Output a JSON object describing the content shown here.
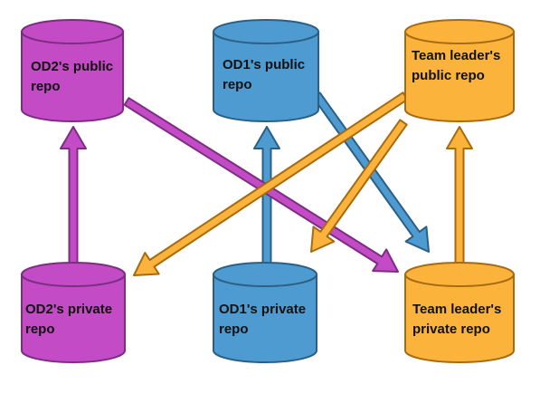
{
  "nodes": {
    "od2_public": {
      "label": [
        "OD2's public",
        "repo"
      ],
      "color": "#c34cc6"
    },
    "od1_public": {
      "label": [
        "OD1's public",
        "repo"
      ],
      "color": "#4d9bd0"
    },
    "tl_public": {
      "label": [
        "Team leader's",
        "public repo"
      ],
      "color": "#fbb33b"
    },
    "od2_private": {
      "label": [
        "OD2's private",
        "repo"
      ],
      "color": "#c34cc6"
    },
    "od1_private": {
      "label": [
        "OD1's private",
        "repo"
      ],
      "color": "#4d9bd0"
    },
    "tl_private": {
      "label": [
        "Team leader's",
        "private repo"
      ],
      "color": "#fbb33b"
    }
  },
  "edges": [
    {
      "from": "od2_private",
      "to": "od2_public",
      "color": "#c34cc6"
    },
    {
      "from": "od1_private",
      "to": "od1_public",
      "color": "#4d9bd0"
    },
    {
      "from": "tl_private",
      "to": "tl_public",
      "color": "#fbb33b"
    },
    {
      "from": "od2_public",
      "to": "tl_private",
      "color": "#c34cc6"
    },
    {
      "from": "od1_public",
      "to": "tl_private",
      "color": "#4d9bd0"
    },
    {
      "from": "tl_public",
      "to": "od2_private",
      "color": "#fbb33b"
    },
    {
      "from": "tl_public",
      "to": "od1_private",
      "color": "#fbb33b"
    }
  ]
}
